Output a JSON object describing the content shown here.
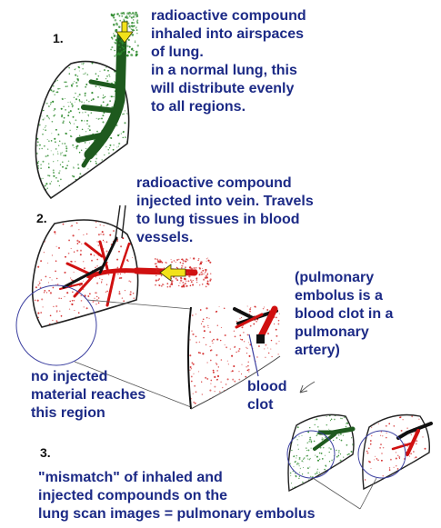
{
  "colors": {
    "text": "#1c2a86",
    "number": "#111111",
    "airway": "#1e5a1e",
    "inhaled_dots": "#2e8b2e",
    "vessel": "#d01010",
    "injected_dots": "#d22222",
    "arrow_yellow": "#f2e21a",
    "outline": "#222222",
    "callout": "#3b3fa0"
  },
  "steps": [
    {
      "number": "1.",
      "text": "radioactive compound\ninhaled into airspaces\nof lung.\nin a normal lung, this\nwill distribute evenly\nto all regions."
    },
    {
      "number": "2.",
      "text": "radioactive compound\ninjected into vein. Travels\nto lung tissues in blood\nvessels."
    },
    {
      "number": "3.",
      "text": "\"mismatch\" of inhaled and\ninjected compounds on the\nlung scan images = pulmonary embolus"
    }
  ],
  "annotations": {
    "embolus_note": "(pulmonary\nembolus is a\nblood clot in a\npulmonary\nartery)",
    "no_material": "no injected\nmaterial reaches\nthis region",
    "blood_clot": "blood\nclot"
  },
  "icons": [
    "inhaled-lung-illustration",
    "inhalation-arrow-icon",
    "injected-lung-illustration",
    "injection-arrow-icon",
    "magnified-clot-illustration",
    "mismatch-lung-pair-illustration"
  ]
}
